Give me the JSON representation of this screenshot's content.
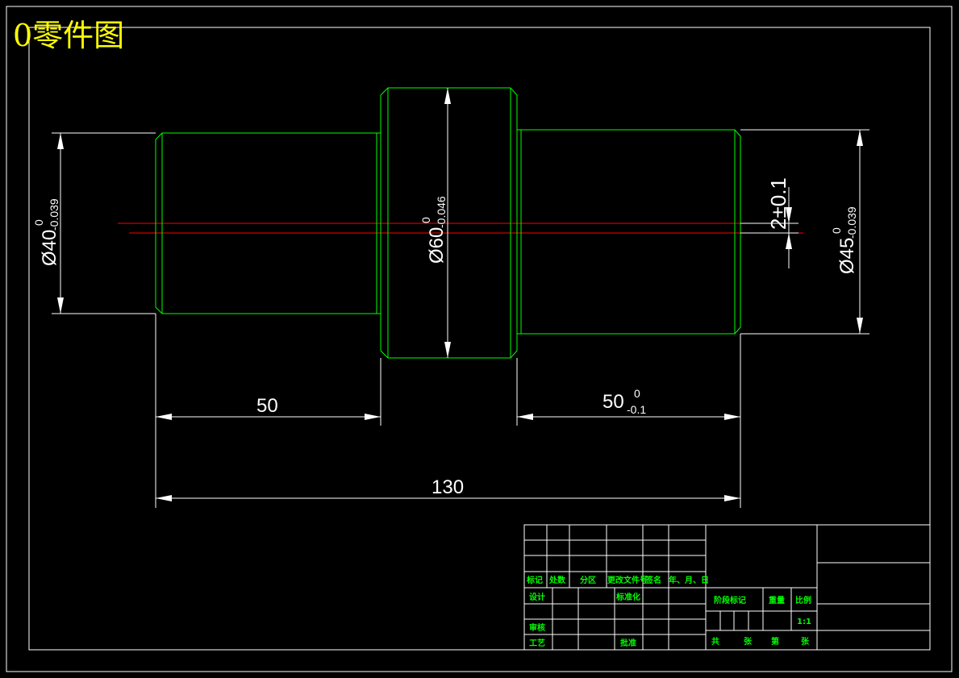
{
  "title": "0零件图",
  "dimensions": {
    "d40_main": "Ø40",
    "d40_tol_upper": "0",
    "d40_tol_lower": "-0.039",
    "d60_main": "Ø60",
    "d60_tol_upper": "0",
    "d60_tol_lower": "-0.046",
    "d45_main": "Ø45",
    "d45_tol_upper": "0",
    "d45_tol_lower": "-0.039",
    "depth": "2±0.1",
    "len_left": "50",
    "len_right_main": "50",
    "len_right_tol_upper": "0",
    "len_right_tol_lower": "-0.1",
    "len_total": "130"
  },
  "title_block": {
    "mark": "标记",
    "count": "处数",
    "zone": "分区",
    "change_doc": "更改文件号",
    "signature": "签名",
    "date": "年、月、日",
    "design": "设计",
    "standardize": "标准化",
    "stage_mark": "阶段标记",
    "weight": "重量",
    "scale": "比例",
    "scale_value": "1:1",
    "review": "审核",
    "process": "工艺",
    "approve": "批准",
    "total": "共",
    "sheets": "张",
    "number": "第",
    "sheet": "张"
  },
  "colors": {
    "background": "#000000",
    "outline": "#00ff00",
    "centerline": "#ff0000",
    "dimension": "#ffffff",
    "title": "#ffff00"
  }
}
